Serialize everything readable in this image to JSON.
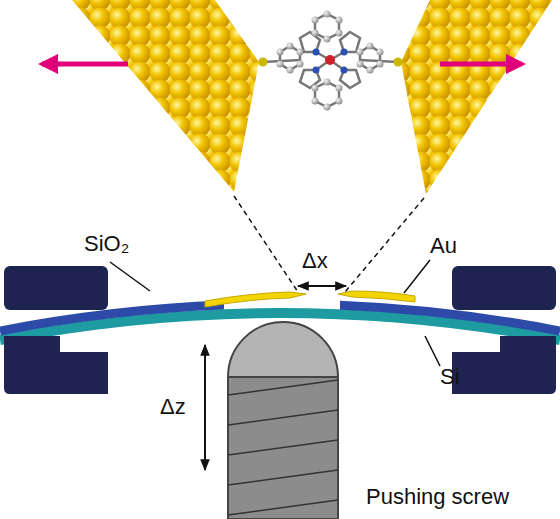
{
  "diagram": {
    "labels": [
      "SiO₂",
      "Au",
      "Δx",
      "Si",
      "Δz",
      "Pushing screw"
    ]
  }
}
